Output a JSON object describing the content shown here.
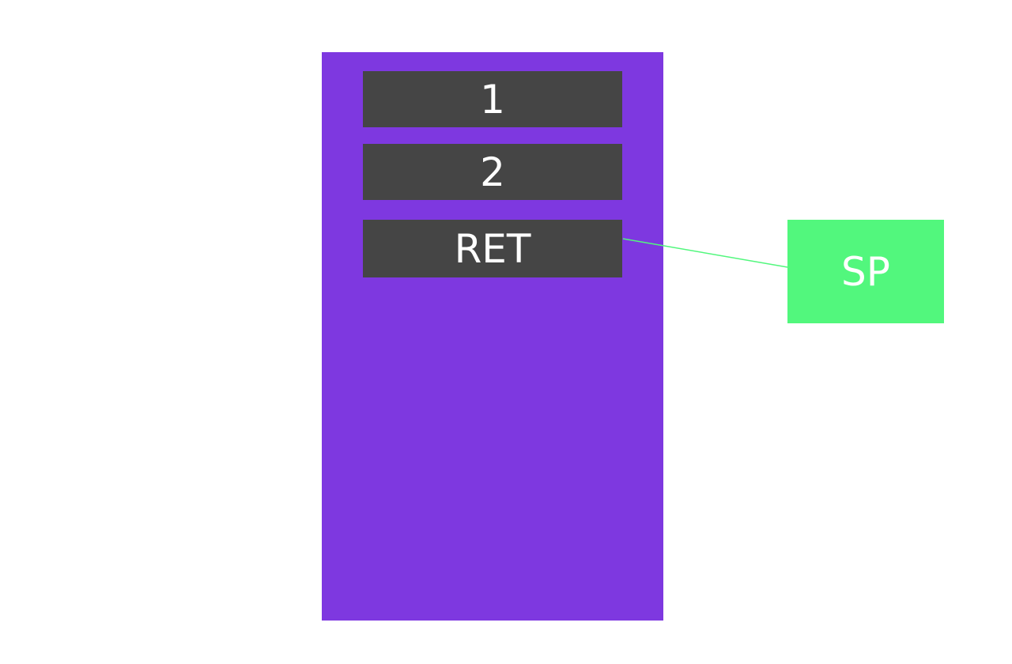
{
  "stack": {
    "slots": [
      {
        "label": "1"
      },
      {
        "label": "2"
      },
      {
        "label": "RET"
      }
    ],
    "color": "#7e38e0",
    "slot_color": "#454545"
  },
  "pointer": {
    "label": "SP",
    "color": "#52f77d",
    "line_color": "#52f77d",
    "points_to": "RET"
  }
}
